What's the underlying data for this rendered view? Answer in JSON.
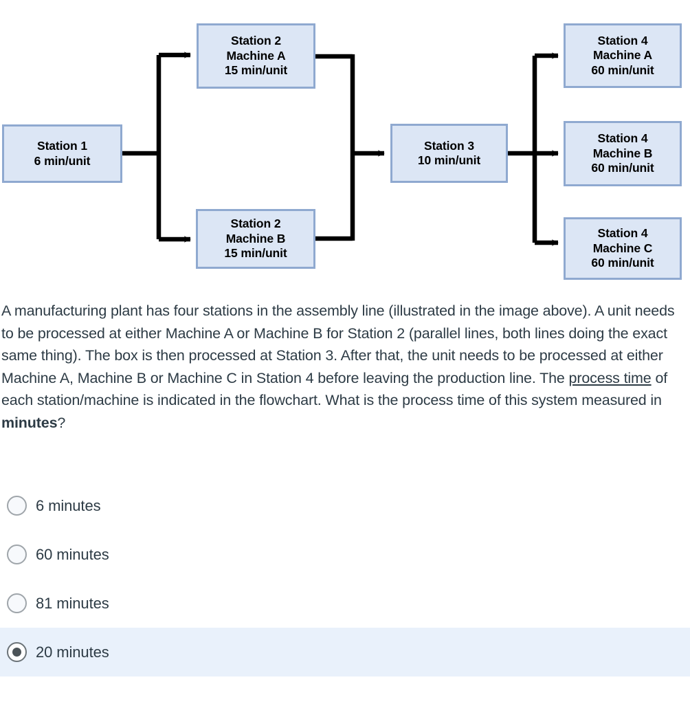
{
  "flowchart": {
    "title": "Assembly line flowchart",
    "colors": {
      "node_fill": "#dce6f5",
      "node_border": "#8fa9d0",
      "connector": "#000000"
    },
    "nodes": [
      {
        "id": "station1",
        "lines": [
          "Station 1",
          "6 min/unit"
        ],
        "station": "Station 1",
        "machine": "",
        "process_time": "6 min/unit"
      },
      {
        "id": "station2-machineA",
        "lines": [
          "Station 2",
          "Machine A",
          "15 min/unit"
        ],
        "station": "Station 2",
        "machine": "Machine A",
        "process_time": "15 min/unit"
      },
      {
        "id": "station2-machineB",
        "lines": [
          "Station 2",
          "Machine B",
          "15 min/unit"
        ],
        "station": "Station 2",
        "machine": "Machine B",
        "process_time": "15 min/unit"
      },
      {
        "id": "station3",
        "lines": [
          "Station 3",
          "10 min/unit"
        ],
        "station": "Station 3",
        "machine": "",
        "process_time": "10 min/unit"
      },
      {
        "id": "station4-machineA",
        "lines": [
          "Station 4",
          "Machine A",
          "60 min/unit"
        ],
        "station": "Station 4",
        "machine": "Machine A",
        "process_time": "60 min/unit"
      },
      {
        "id": "station4-machineB",
        "lines": [
          "Station 4",
          "Machine B",
          "60 min/unit"
        ],
        "station": "Station 4",
        "machine": "Machine B",
        "process_time": "60 min/unit"
      },
      {
        "id": "station4-machineC",
        "lines": [
          "Station 4",
          "Machine C",
          "60 min/unit"
        ],
        "station": "Station 4",
        "machine": "Machine C",
        "process_time": "60 min/unit"
      }
    ],
    "text": {
      "station1_l1": "Station 1",
      "station1_l2": "6 min/unit",
      "station2a_l1": "Station 2",
      "station2a_l2": "Machine A",
      "station2a_l3": "15 min/unit",
      "station2b_l1": "Station 2",
      "station2b_l2": "Machine B",
      "station2b_l3": "15 min/unit",
      "station3_l1": "Station 3",
      "station3_l2": "10 min/unit",
      "station4a_l1": "Station 4",
      "station4a_l2": "Machine A",
      "station4a_l3": "60 min/unit",
      "station4b_l1": "Station 4",
      "station4b_l2": "Machine B",
      "station4b_l3": "60 min/unit",
      "station4c_l1": "Station 4",
      "station4c_l2": "Machine C",
      "station4c_l3": "60 min/unit"
    }
  },
  "question": {
    "part1": "A manufacturing plant has four stations in the assembly line (illustrated in the image above). A unit needs to be processed at either Machine A or Machine B for Station 2 (parallel lines, both lines doing the exact same thing). The box is then processed at Station 3. After that, the unit needs to be processed at either Machine A, Machine B or Machine C in Station 4 before leaving the production line. The ",
    "underlined": "process time",
    "part2": " of each station/machine is indicated in the flowchart. What is the process time of this system measured in ",
    "bold": "minutes",
    "part3": "?"
  },
  "answers": {
    "options": [
      {
        "label": "6 minutes",
        "selected": false
      },
      {
        "label": "60 minutes",
        "selected": false
      },
      {
        "label": "81 minutes",
        "selected": false
      },
      {
        "label": "20 minutes",
        "selected": true
      }
    ],
    "selected_value": "20 minutes",
    "highlight_color": "#e9f1fb"
  }
}
